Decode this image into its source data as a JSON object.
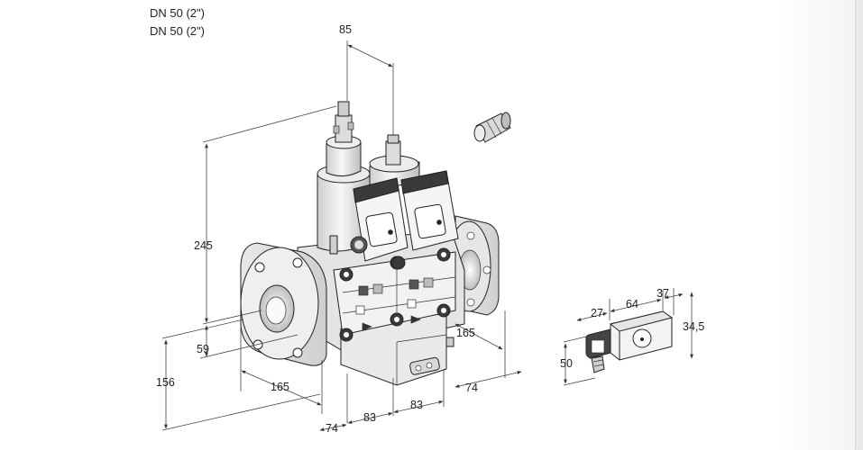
{
  "header": {
    "line1": "DN 50 (2\")",
    "line2": "DN 50 (2\")"
  },
  "dimensions": {
    "top_spacing": "85",
    "height_total": "245",
    "axis_offset": "59",
    "lower_height": "156",
    "flange_depth_left": "165",
    "flange_depth_right": "165",
    "bottom_74_left": "74",
    "bottom_83_a": "83",
    "bottom_83_b": "83",
    "right_74": "74"
  },
  "connector_detail": {
    "d27": "27",
    "d64": "64",
    "d37": "37",
    "d34_5": "34,5",
    "d50": "50"
  },
  "colors": {
    "line": "#222222",
    "fill_light": "#f4f4f4",
    "fill_mid": "#dcdcdc",
    "fill_dark": "#9a9a9a",
    "cap_dark": "#3a3a3a",
    "bg_panel": "#e9e9e9"
  }
}
